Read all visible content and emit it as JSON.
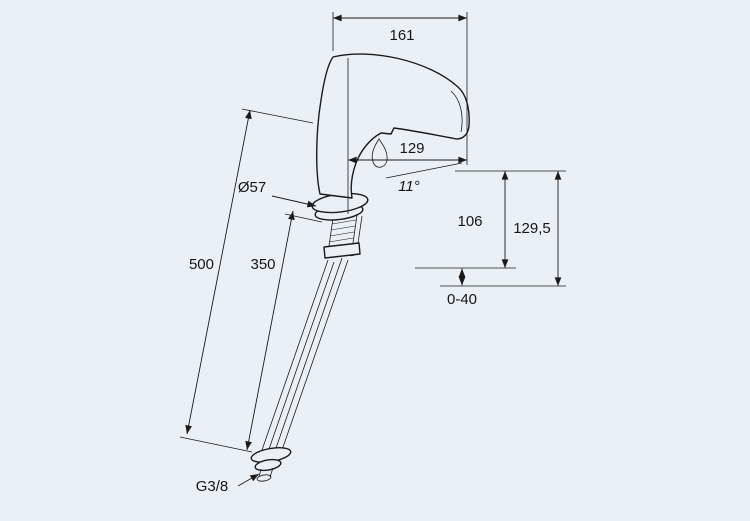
{
  "canvas": {
    "background_color": "#eaf1f6",
    "line_color": "#1b1b1b"
  },
  "drawing": {
    "subject": "single-lever-basin-mixer-dimensional-drawing",
    "labels": {
      "projection_total": "161",
      "projection_spout": "129",
      "spout_angle": "11°",
      "base_diameter": "Ø57",
      "outlet_height": "106",
      "overall_height": "129,5",
      "hose_length_total": "500",
      "hose_length_flexible": "350",
      "deck_thickness_range": "0-40",
      "connection_thread": "G3/8"
    }
  }
}
